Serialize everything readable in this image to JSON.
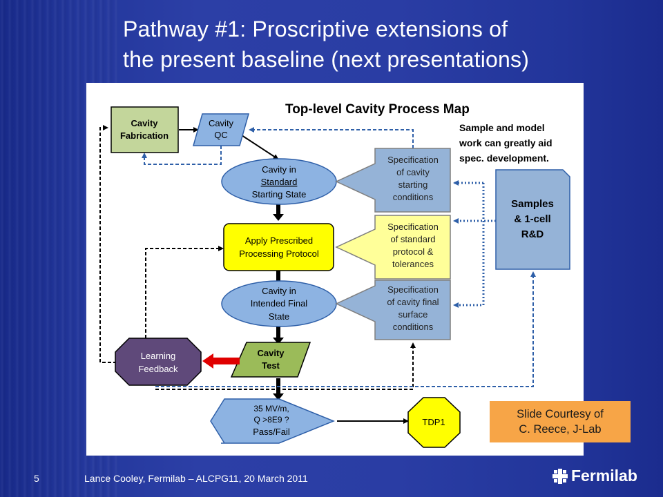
{
  "slide": {
    "title_line1": "Pathway #1: Proscriptive extensions of",
    "title_line2": "the present baseline (next presentations)",
    "page_number": "5",
    "footer_text": "Lance Cooley, Fermilab – ALCPG11, 20 March 2011",
    "logo_text": "Fermilab",
    "courtesy_line1": "Slide Courtesy of",
    "courtesy_line2": "C. Reece, J-Lab"
  },
  "diagram": {
    "title": "Top-level Cavity Process Map",
    "note": [
      "Sample and model",
      "work can greatly aid",
      "spec. development."
    ],
    "nodes": {
      "fabrication": [
        "Cavity",
        "Fabrication"
      ],
      "qc": [
        "Cavity",
        "QC"
      ],
      "standard_state": [
        "Cavity in",
        "Standard",
        "Starting State"
      ],
      "apply_protocol": [
        "Apply Prescribed",
        "Processing Protocol"
      ],
      "final_state": [
        "Cavity in",
        "Intended Final",
        "State"
      ],
      "cavity_test": [
        "Cavity",
        "Test"
      ],
      "learning_feedback": [
        "Learning",
        "Feedback"
      ],
      "decision": [
        "35 MV/m,",
        "Q >8E9 ?",
        "Pass/Fail"
      ],
      "tdp1": [
        "TDP1"
      ],
      "spec_starting": [
        "Specification",
        "of cavity",
        "starting",
        "conditions"
      ],
      "spec_protocol": [
        "Specification",
        "of standard",
        "protocol &",
        "tolerances"
      ],
      "spec_final": [
        "Specification",
        "of cavity final",
        "surface",
        "conditions"
      ],
      "samples": [
        "Samples",
        "& 1-cell",
        "R&D"
      ]
    },
    "colors": {
      "fabrication_fill": "#c3d69b",
      "blue_fill": "#8db3e2",
      "yellow_fill": "#ffff00",
      "test_fill": "#9bbb59",
      "feedback_fill": "#5f497a",
      "spec_fill": "#95b3d7",
      "spec_yellow_fill": "#ffff99",
      "tdp1_fill": "#ffff00",
      "arrow_red": "#e00000",
      "dashed_blue": "#2e5fa8"
    }
  }
}
